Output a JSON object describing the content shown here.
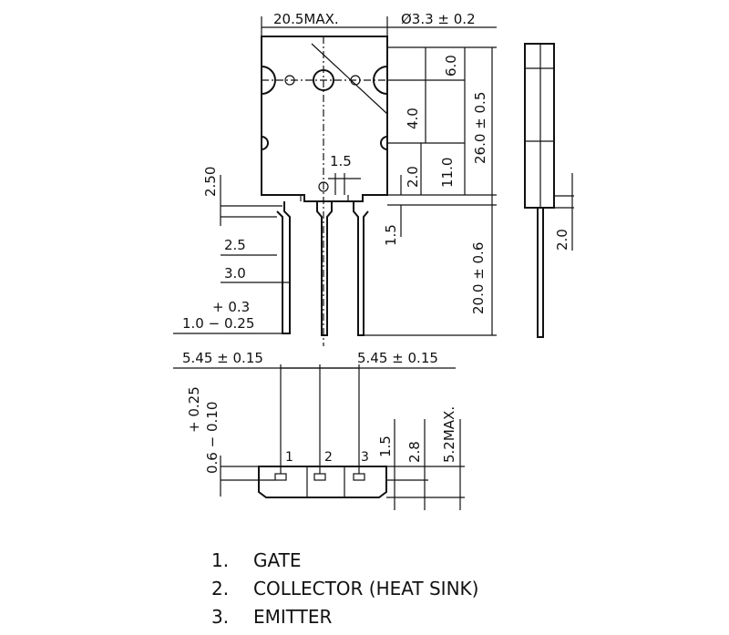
{
  "dimensions": {
    "width_max": "20.5MAX.",
    "hole_dia": "Ø3.3 ± 0.2",
    "d6": "6.0",
    "d4": "4.0",
    "d2a": "2.0",
    "d11": "11.0",
    "d26": "26.0 ± 0.5",
    "d1_5a": "1.5",
    "d2_50": "2.50",
    "d2_5": "2.5",
    "d3_0": "3.0",
    "tol_plus": "+ 0.3",
    "d1_0": "1.0 − 0.25",
    "d1_5b": "1.5",
    "d20": "20.0 ± 0.6",
    "d2b": "2.0",
    "pitch_left": "5.45 ± 0.15",
    "pitch_right": "5.45 ± 0.15",
    "tol_025": "+ 0.25",
    "d0_6": "0.6 − 0.10",
    "d1_5c": "1.5",
    "d2_8": "2.8",
    "d5_2": "5.2MAX."
  },
  "pins": {
    "p1": "1",
    "p2": "2",
    "p3": "3"
  },
  "legend": [
    {
      "num": "1.",
      "label": "GATE"
    },
    {
      "num": "2.",
      "label": "COLLECTOR (HEAT SINK)"
    },
    {
      "num": "3.",
      "label": "EMITTER"
    }
  ]
}
